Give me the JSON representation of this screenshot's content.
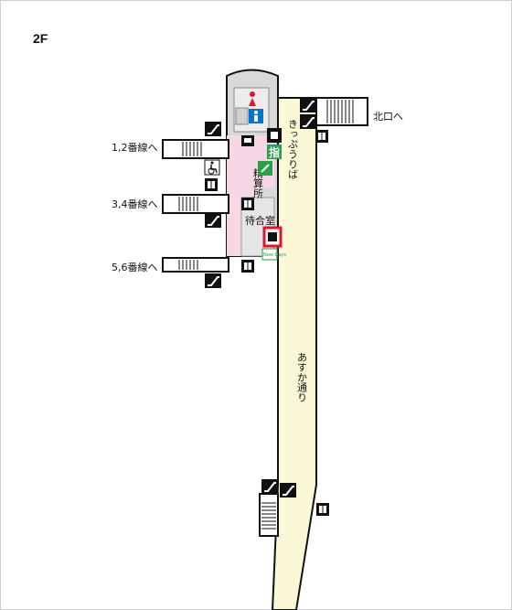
{
  "floor": "2F",
  "labels": {
    "north_exit": "北口へ",
    "platform_12": "1,2番線へ",
    "platform_34": "3,4番線へ",
    "platform_56": "5,6番線へ",
    "fare_adjustment": "精算所",
    "waiting_room": "待合室",
    "ticket_office": "きっぷうりば",
    "reserved_mark": "指",
    "asuka_street": "あすか通り",
    "newdays": "New Days"
  },
  "colors": {
    "corridor": "#fbf8d8",
    "fare_area": "#f7d6e6",
    "station_gray": "#d9d9d9",
    "reserved_green": "#2e9e4a",
    "highlight_red": "#e3132a",
    "icon_black": "#111111"
  }
}
